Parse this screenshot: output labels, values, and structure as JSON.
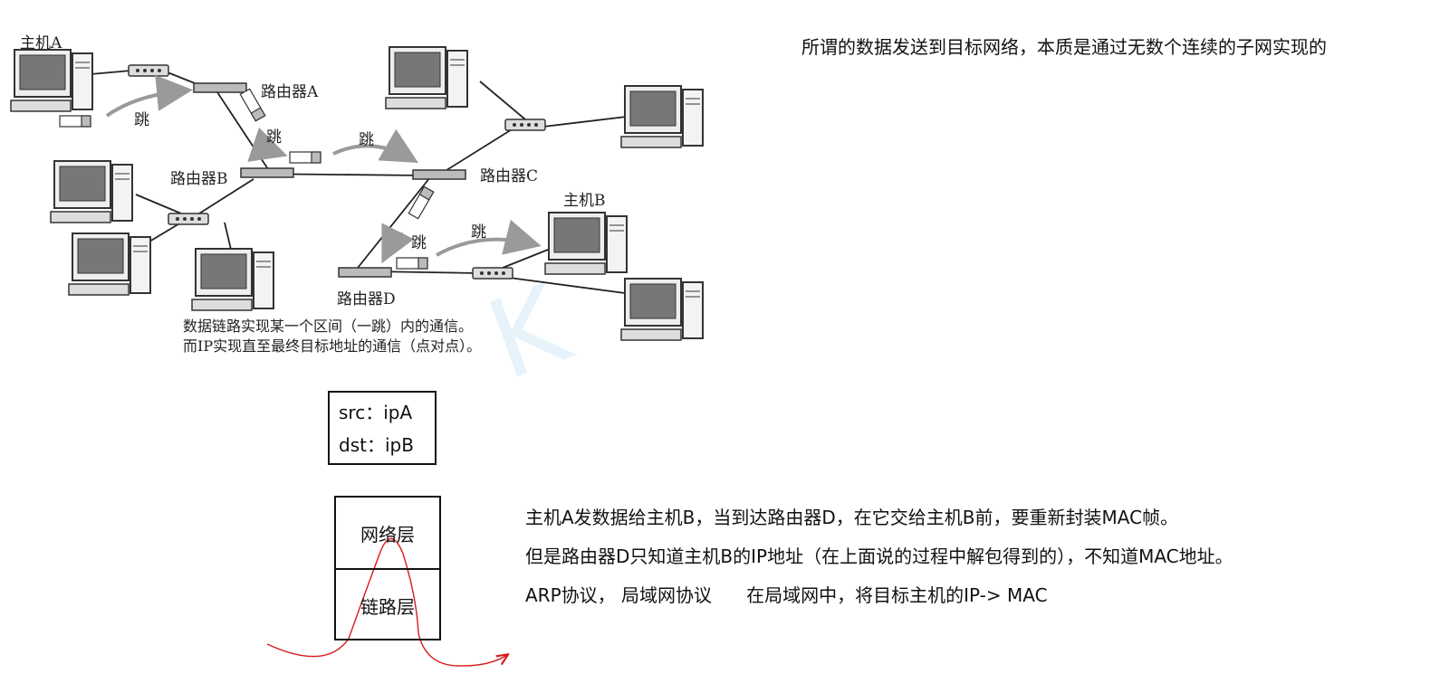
{
  "figure": {
    "labels": {
      "host_a": "主机A",
      "host_b": "主机B",
      "router_a": "路由器A",
      "router_b": "路由器B",
      "router_c": "路由器C",
      "router_d": "路由器D",
      "hop": "跳"
    },
    "caption_line1": "数据链路实现某一个区间（一跳）内的通信。",
    "caption_line2": "而IP实现直至最终目标地址的通信（点对点）。"
  },
  "header_note": "所谓的数据发送到目标网络，本质是通过无数个连续的子网实现的",
  "ip_box": {
    "src": "src：ipA",
    "dst": "dst：ipB"
  },
  "layers": {
    "network": "网络层",
    "link": "链路层"
  },
  "explanation": {
    "line1": "主机A发数据给主机B，当到达路由器D，在它交给主机B前，要重新封装MAC帧。",
    "line2": "但是路由器D只知道主机B的IP地址（在上面说的过程中解包得到的），不知道MAC地址。",
    "line3": "ARP协议， 局域网协议      在局域网中，将目标主机的IP-> MAC"
  },
  "colors": {
    "annotation_red": "#d61b1b",
    "diagram_gray": "#555555",
    "arrow_gray": "#9a9a9a"
  }
}
